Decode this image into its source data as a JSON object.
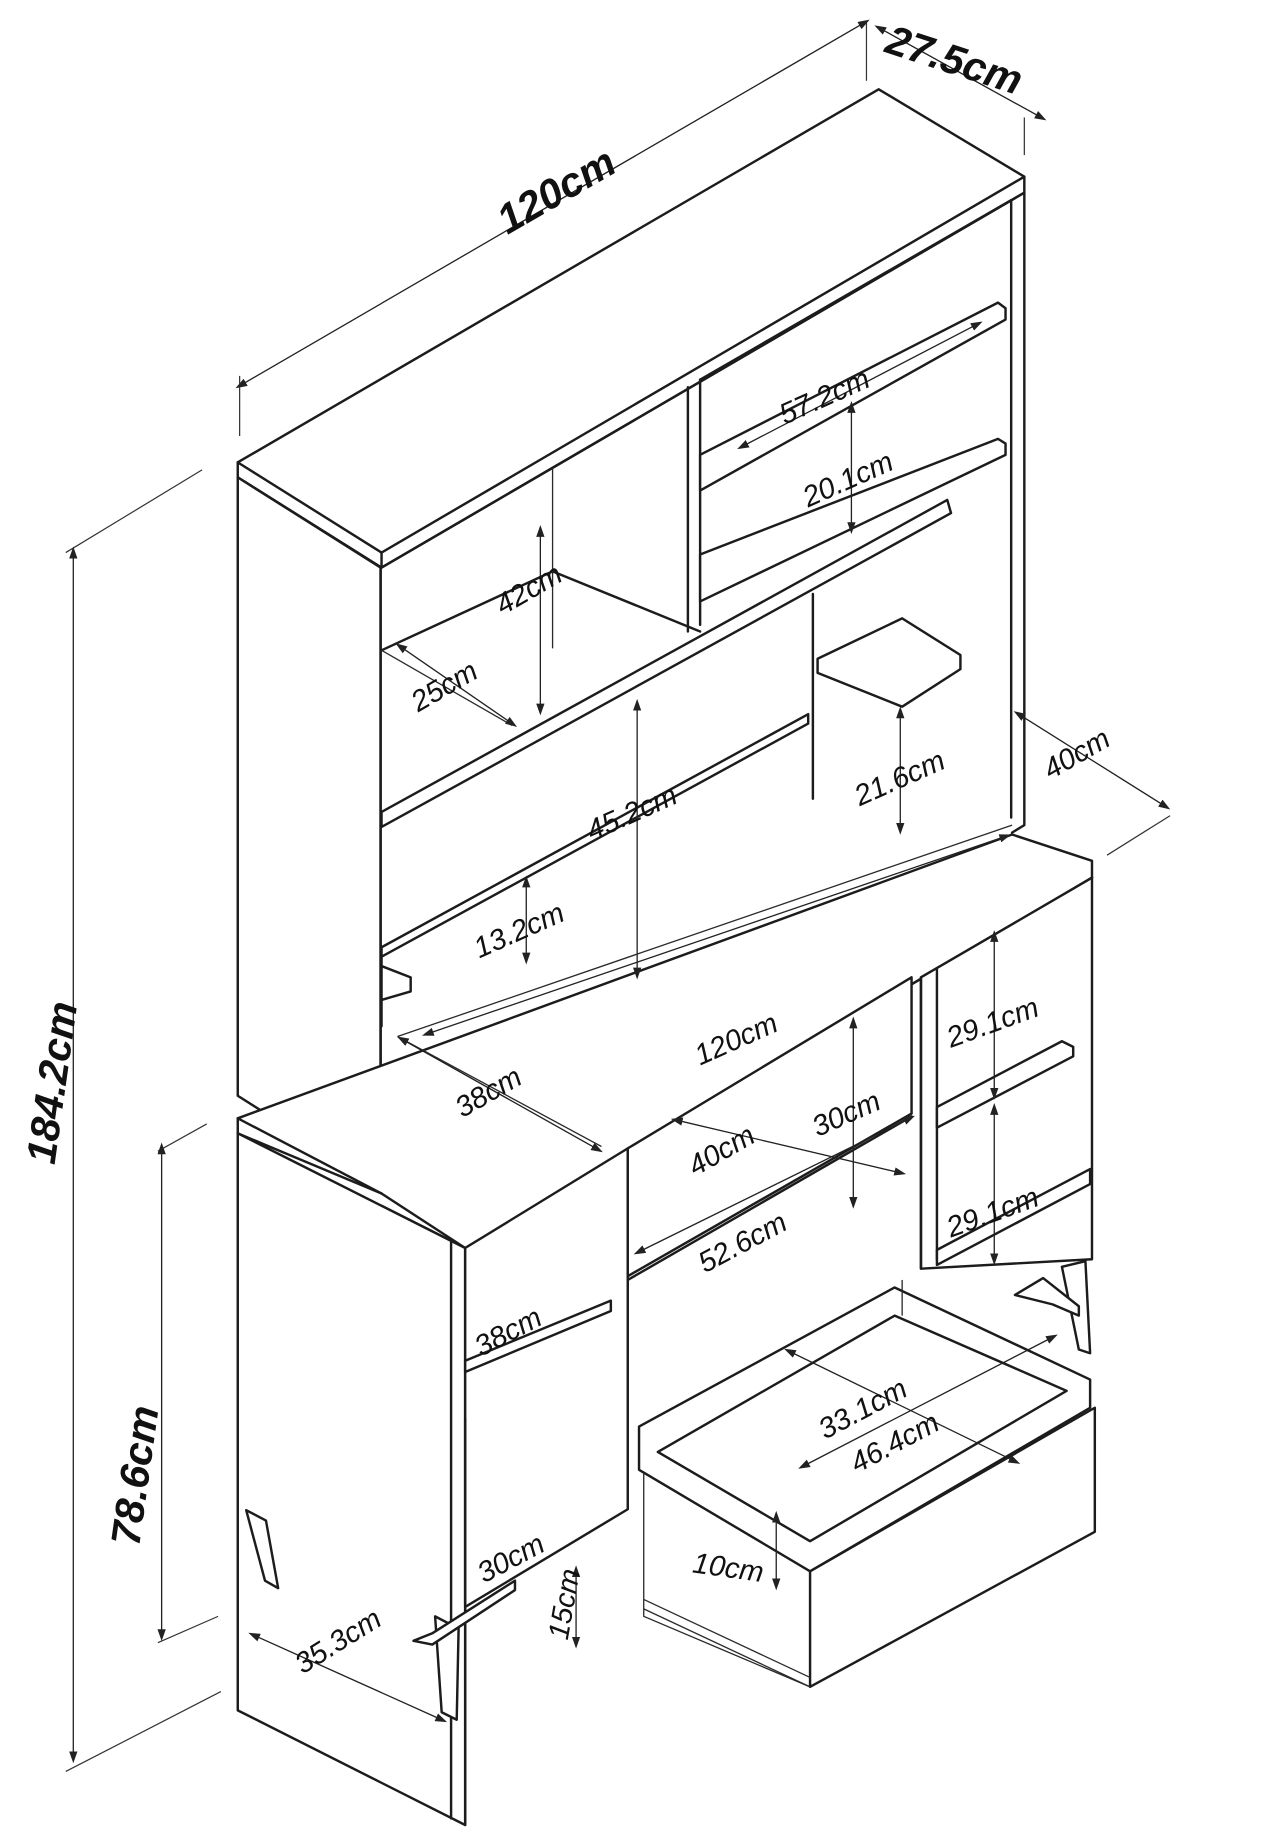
{
  "dimensions": {
    "top_width": "120cm",
    "top_depth": "27.5cm",
    "total_height": "184.2cm",
    "base_height": "78.6cm",
    "leg_footprint": "35.3cm",
    "leg_height": "15cm",
    "upper_left_shelf_height": "42cm",
    "upper_left_shelf_depth": "25cm",
    "upper_right_width": "57.2cm",
    "upper_right_shelf_height": "20.1cm",
    "small_shelf_height": "21.6cm",
    "side_depth": "40cm",
    "hutch_opening_height": "45.2cm",
    "rail_height": "13.2cm",
    "desk_width": "120cm",
    "desk_depth": "38cm",
    "right_cubby_top": "29.1cm",
    "right_cubby_bottom": "29.1cm",
    "center_niche_height": "30cm",
    "center_niche_depth": "40cm",
    "center_drawer_width": "52.6cm",
    "left_shelf_depth": "38cm",
    "left_lower_depth": "30cm",
    "drawer_inner_depth": "33.1cm",
    "drawer_inner_width": "46.4cm",
    "drawer_height": "10cm"
  }
}
